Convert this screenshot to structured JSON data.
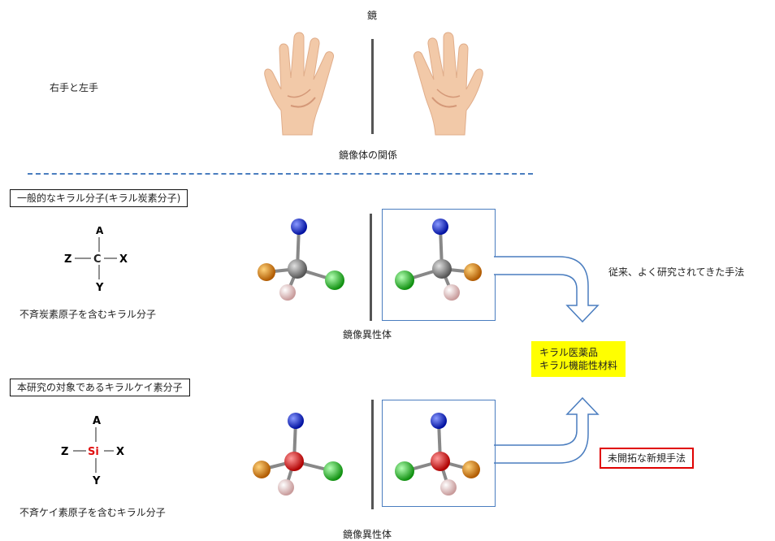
{
  "mirror_label": "鏡",
  "hands_label": "右手と左手",
  "enantiomer_relation": "鏡像体の関係",
  "carbon_section": {
    "title": "一般的なキラル分子(キラル炭素分子)",
    "center_atom": "C",
    "atoms": {
      "top": "A",
      "left": "Z",
      "right": "X",
      "bottom": "Y"
    },
    "caption": "不斉炭素原子を含むキラル分子",
    "enantiomer_label": "鏡像異性体"
  },
  "silicon_section": {
    "title": "本研究の対象であるキラルケイ素分子",
    "center_atom": "Si",
    "atoms": {
      "top": "A",
      "left": "Z",
      "right": "X",
      "bottom": "Y"
    },
    "caption": "不斉ケイ素原子を含むキラル分子",
    "enantiomer_label": "鏡像異性体"
  },
  "conventional_method": "従来、よく研究されてきた手法",
  "outcome_line1": "キラル医薬品",
  "outcome_line2": "キラル機能性材料",
  "new_method": "未開拓な新規手法",
  "colors": {
    "blue_atom": "#1a2fd0",
    "orange_atom": "#e88a00",
    "green_atom": "#22cc22",
    "pink_atom": "#e8c4c4",
    "carbon_atom": "#8a8a8a",
    "silicon_atom": "#e01010",
    "frame": "#4a7dbf",
    "highlight": "#ffff00",
    "new_method_border": "#e00000"
  }
}
